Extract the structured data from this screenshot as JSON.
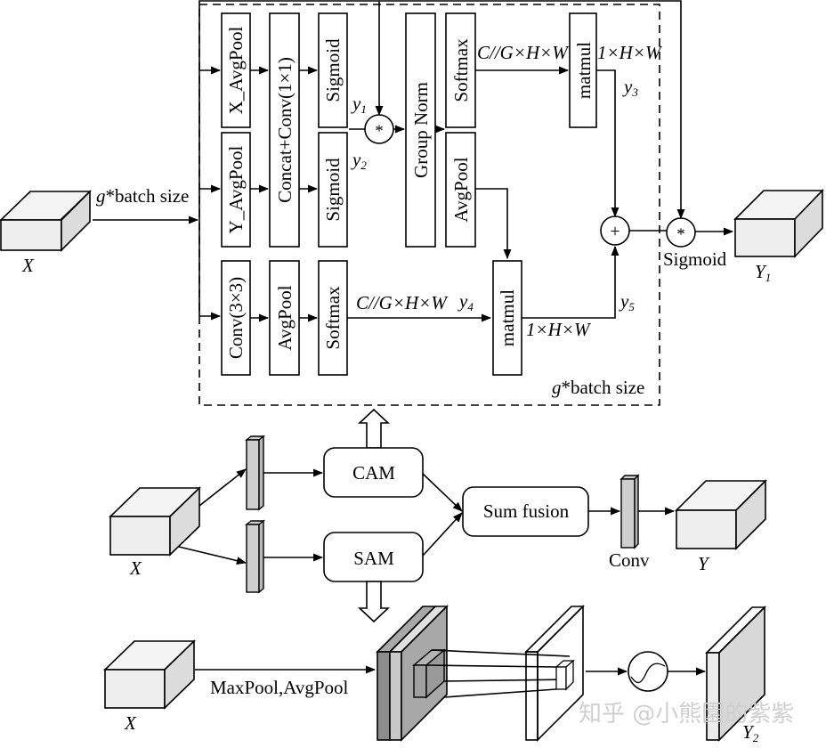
{
  "diagram": {
    "top_module": {
      "input_label": "X",
      "group_label": "g*batch size",
      "group_label_inner": "g*batch size",
      "blocks": {
        "x_avgpool": "X_AvgPool",
        "y_avgpool": "Y_AvgPool",
        "concat_conv": "Concat+Conv(1×1)",
        "sigmoid_1": "Sigmoid",
        "sigmoid_2": "Sigmoid",
        "group_norm": "Group Norm",
        "softmax_1": "Softmax",
        "avgpool_1": "AvgPool",
        "matmul_1": "matmul",
        "conv3x3": "Conv(3×3)",
        "avgpool_2": "AvgPool",
        "softmax_2": "Softmax",
        "matmul_2": "matmul"
      },
      "ops": {
        "multiply_1": "*",
        "add": "+",
        "multiply_2": "*"
      },
      "edge_labels": {
        "y1": "y",
        "y1_sub": "1",
        "y2": "y",
        "y2_sub": "2",
        "y3": "y",
        "y3_sub": "3",
        "y4": "y",
        "y4_sub": "4",
        "y5": "y",
        "y5_sub": "5",
        "dim_cg_1": "C//G×H×W",
        "dim_1hw_1": "1×H×W",
        "dim_cg_2": "C//G×H×W",
        "dim_1hw_2": "1×H×W",
        "sigmoid_out": "Sigmoid"
      },
      "output_label": "Y",
      "output_sub": "1"
    },
    "middle_module": {
      "input_label": "X",
      "cam_label": "CAM",
      "sam_label": "SAM",
      "fusion_label": "Sum fusion",
      "conv_label": "Conv",
      "output_label": "Y"
    },
    "bottom_module": {
      "input_label": "X",
      "pool_label": "MaxPool,AvgPool",
      "output_label": "Y",
      "output_sub": "2"
    },
    "watermark": "知乎 @小熊園的紫紫"
  }
}
